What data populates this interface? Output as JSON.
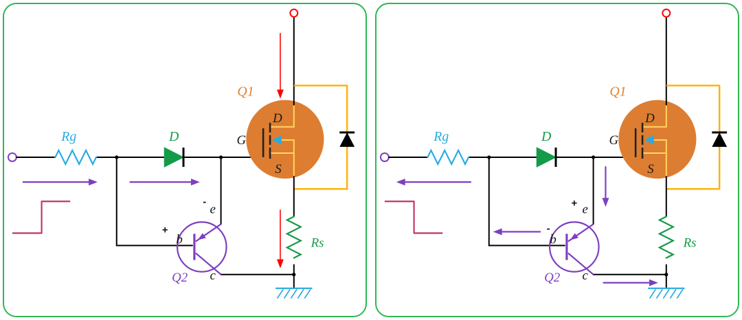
{
  "figure": {
    "description": "MOSFET gate drive circuit: turn-on current path (left) and turn-off current path (right)"
  },
  "colors": {
    "panel_border": "#2eb753",
    "wire": "#000000",
    "cyan": "#29abe2",
    "green": "#149b49",
    "mosfet_body": "#dd7d31",
    "q1_label": "#e0812f",
    "body_diode_wire": "#ffb100",
    "purple": "#7d3fc0",
    "red": "#ff0000",
    "step_waveform": "#c0356b"
  },
  "panels": [
    {
      "id": "turn-on",
      "labels": {
        "rg": "Rg",
        "diode": "D",
        "q1": "Q1",
        "drain": "D",
        "gate": "G",
        "source": "S",
        "rs": "Rs",
        "q2": "Q2",
        "emitter": "e",
        "base": "b",
        "collector": "c",
        "base_sign": "+",
        "emitter_sign": "-"
      }
    },
    {
      "id": "turn-off",
      "labels": {
        "rg": "Rg",
        "diode": "D",
        "q1": "Q1",
        "drain": "D",
        "gate": "G",
        "source": "S",
        "rs": "Rs",
        "q2": "Q2",
        "emitter": "e",
        "base": "b",
        "collector": "c",
        "base_sign": "-",
        "emitter_sign": "+"
      }
    }
  ]
}
